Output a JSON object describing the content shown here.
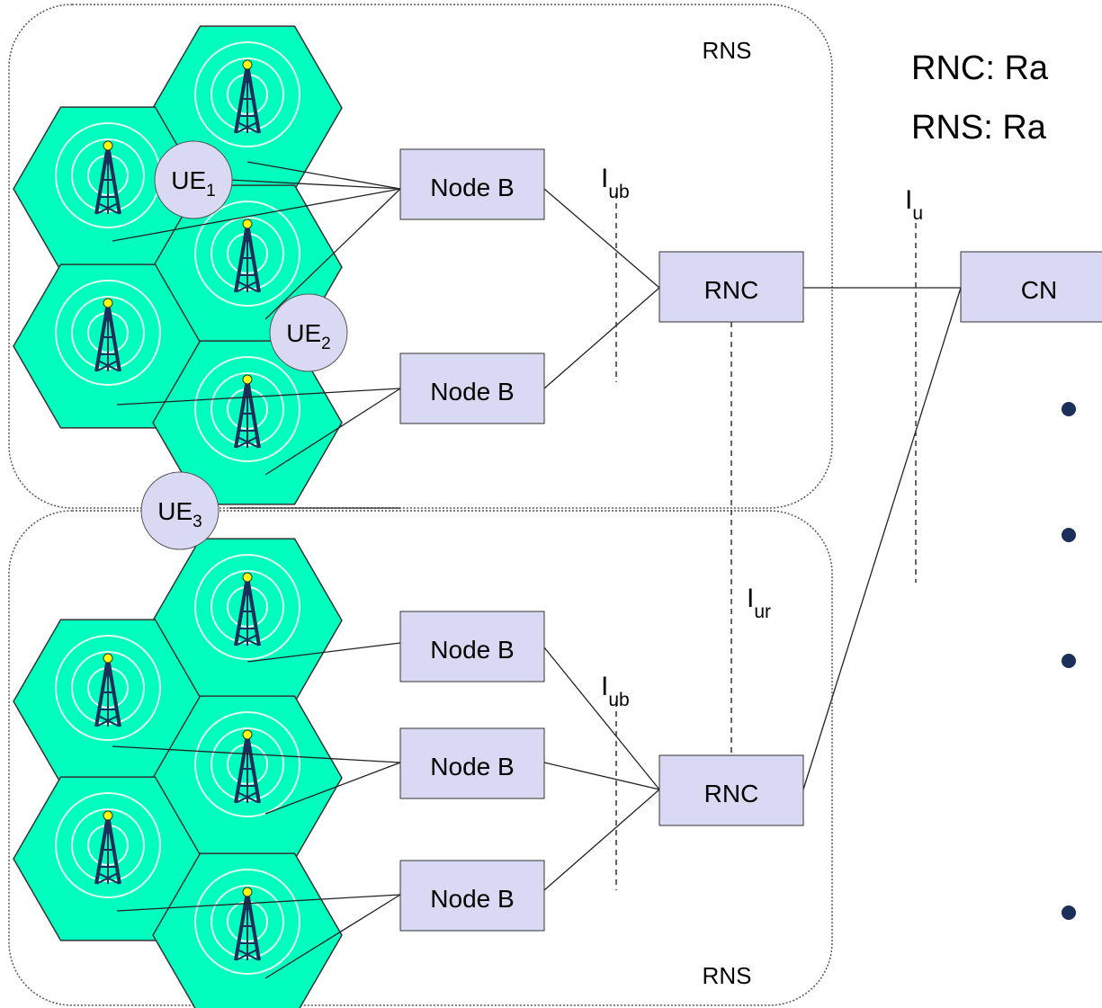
{
  "rns_labels": {
    "top": "RNS",
    "bottom": "RNS"
  },
  "definitions": {
    "rnc": "RNC: Ra",
    "rns": "RNS: Ra"
  },
  "nodes": {
    "node_b": "Node B",
    "rnc": "RNC",
    "cn": "CN"
  },
  "ues": [
    {
      "base": "UE",
      "sub": "1"
    },
    {
      "base": "UE",
      "sub": "2"
    },
    {
      "base": "UE",
      "sub": "3"
    }
  ],
  "interfaces": {
    "iub": {
      "base": "I",
      "sub": "ub"
    },
    "iu": {
      "base": "I",
      "sub": "u"
    },
    "iur": {
      "base": "I",
      "sub": "ur"
    }
  },
  "colors": {
    "cell_fill": "#00ffbf",
    "box_fill": "#d9d9f3",
    "tower": "#1c2f5a",
    "bullet": "#1c2f5a"
  },
  "bullet_count": 4
}
